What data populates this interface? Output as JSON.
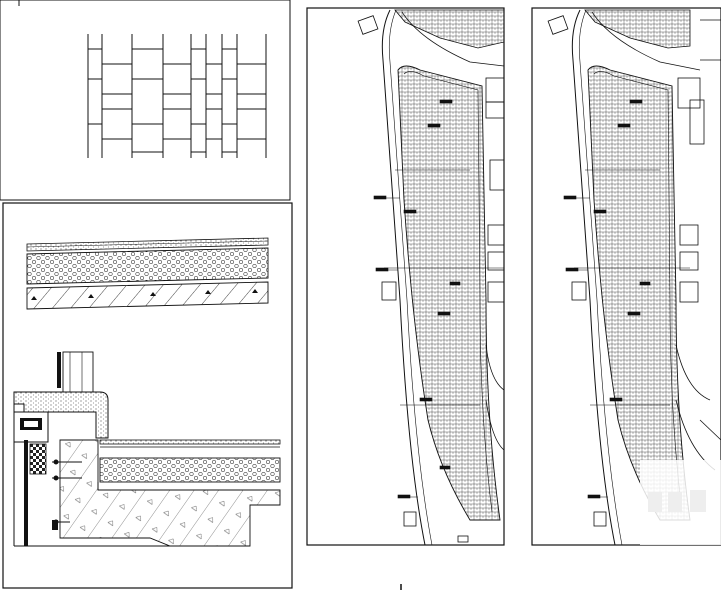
{
  "drawing": {
    "type": "cad-construction-details",
    "background": "#ffffff",
    "stroke": "#111111",
    "sheets": [
      {
        "id": "paving-pattern",
        "content": "brick-grid-pattern"
      },
      {
        "id": "section-detail",
        "content": "layered-paving-section-and-curb-detail"
      },
      {
        "id": "plan-left",
        "content": "curved-paving-strip-plan"
      },
      {
        "id": "plan-right",
        "content": "curved-paving-strip-plan"
      }
    ]
  }
}
